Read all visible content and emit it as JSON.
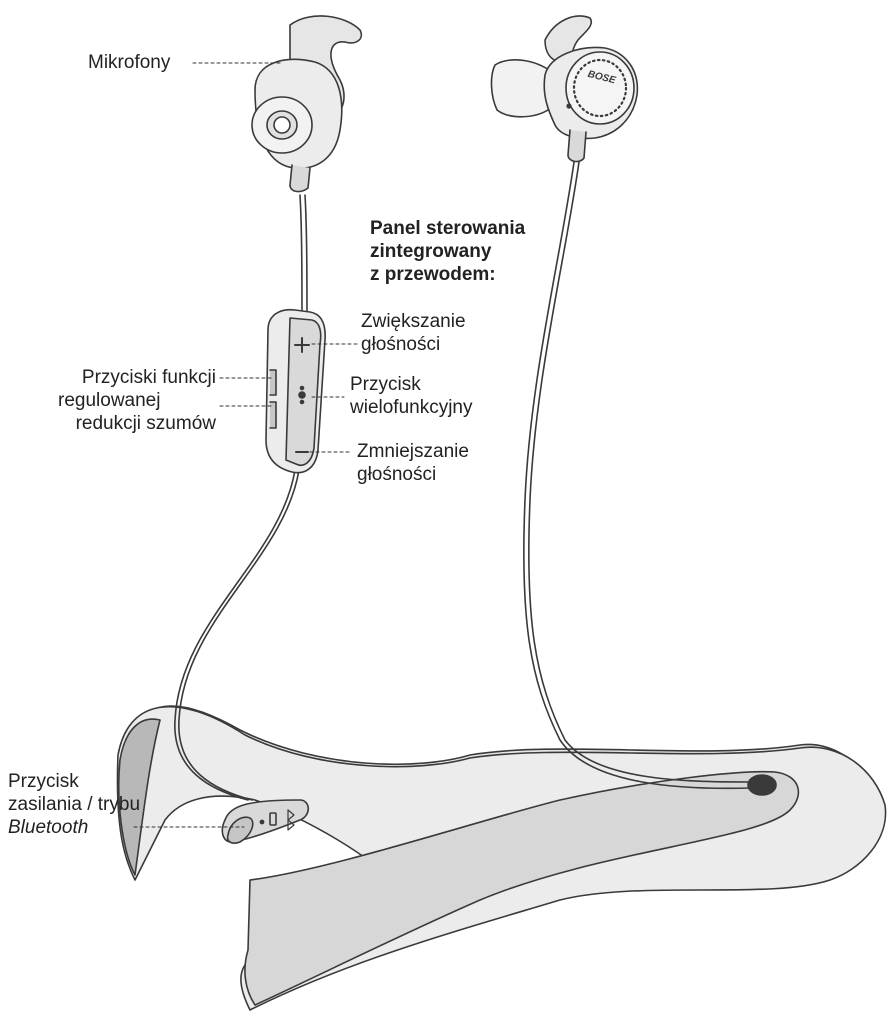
{
  "labels": {
    "microphones": "Mikrofony",
    "control_panel_heading": [
      "Panel sterowania",
      "zintegrowany",
      "z przewodem:"
    ],
    "volume_up": [
      "Zwiększanie",
      "głośności"
    ],
    "multifunction_button": [
      "Przycisk",
      "wielofunkcyjny"
    ],
    "volume_down": [
      "Zmniejszanie",
      "głośności"
    ],
    "noise_buttons": [
      "Przyciski funkcji",
      "regulowanej",
      "redukcji szumów"
    ],
    "power_button": [
      "Przycisk",
      "zasilania / trybu",
      "Bluetooth"
    ]
  },
  "brand": "BOSE",
  "colors": {
    "line": "#3a3a3a",
    "fill_light": "#ececec",
    "fill_mid": "#d9d9d9",
    "fill_dark": "#b8b8b8",
    "text": "#222222"
  },
  "icons": {
    "plus": "plus-icon",
    "minus": "minus-icon",
    "multi": "dots-icon",
    "battery": "battery-icon",
    "bluetooth": "bluetooth-icon"
  }
}
